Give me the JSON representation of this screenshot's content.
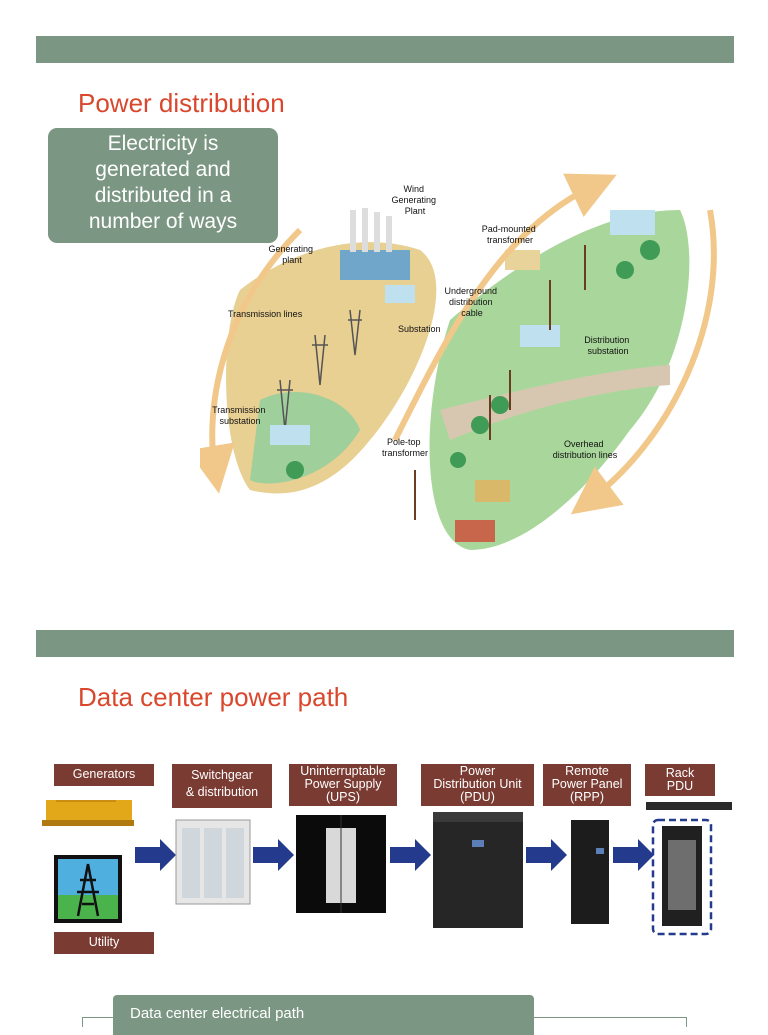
{
  "slide1": {
    "title": "Power distribution",
    "callout": [
      "Electricity is",
      "generated and",
      "distributed in a",
      "number of ways"
    ],
    "labels": {
      "wind": [
        "Wind",
        "Generating",
        "Plant"
      ],
      "generating": [
        "Generating",
        "plant"
      ],
      "pad": [
        "Pad-mounted",
        "transformer"
      ],
      "underground": [
        "Underground",
        "distribution",
        "cable"
      ],
      "transmission_lines": "Transmission lines",
      "substation": "Substation",
      "distribution_substation": [
        "Distribution",
        "substation"
      ],
      "transmission_substation": [
        "Transmission",
        "substation"
      ],
      "pole_top": [
        "Pole-top",
        "transformer"
      ],
      "overhead": [
        "Overhead",
        "distribution lines"
      ]
    }
  },
  "slide2": {
    "title": "Data center power path",
    "boxes": {
      "generators": "Generators",
      "switchgear": [
        "Switchgear",
        "& distribution"
      ],
      "ups": [
        "Uninterruptable",
        "Power Supply",
        "(UPS)"
      ],
      "pdu": [
        "Power",
        "Distribution Unit",
        "(PDU)"
      ],
      "rpp": [
        "Remote",
        "Power Panel",
        "(RPP)"
      ],
      "rack_pdu": [
        "Rack",
        "PDU"
      ],
      "utility": "Utility"
    },
    "bottom_label": "Data center electrical path"
  },
  "colors": {
    "band": "#7b9682",
    "title": "#d9472d",
    "box": "#7a3b32",
    "arrow": "#243a8c"
  }
}
